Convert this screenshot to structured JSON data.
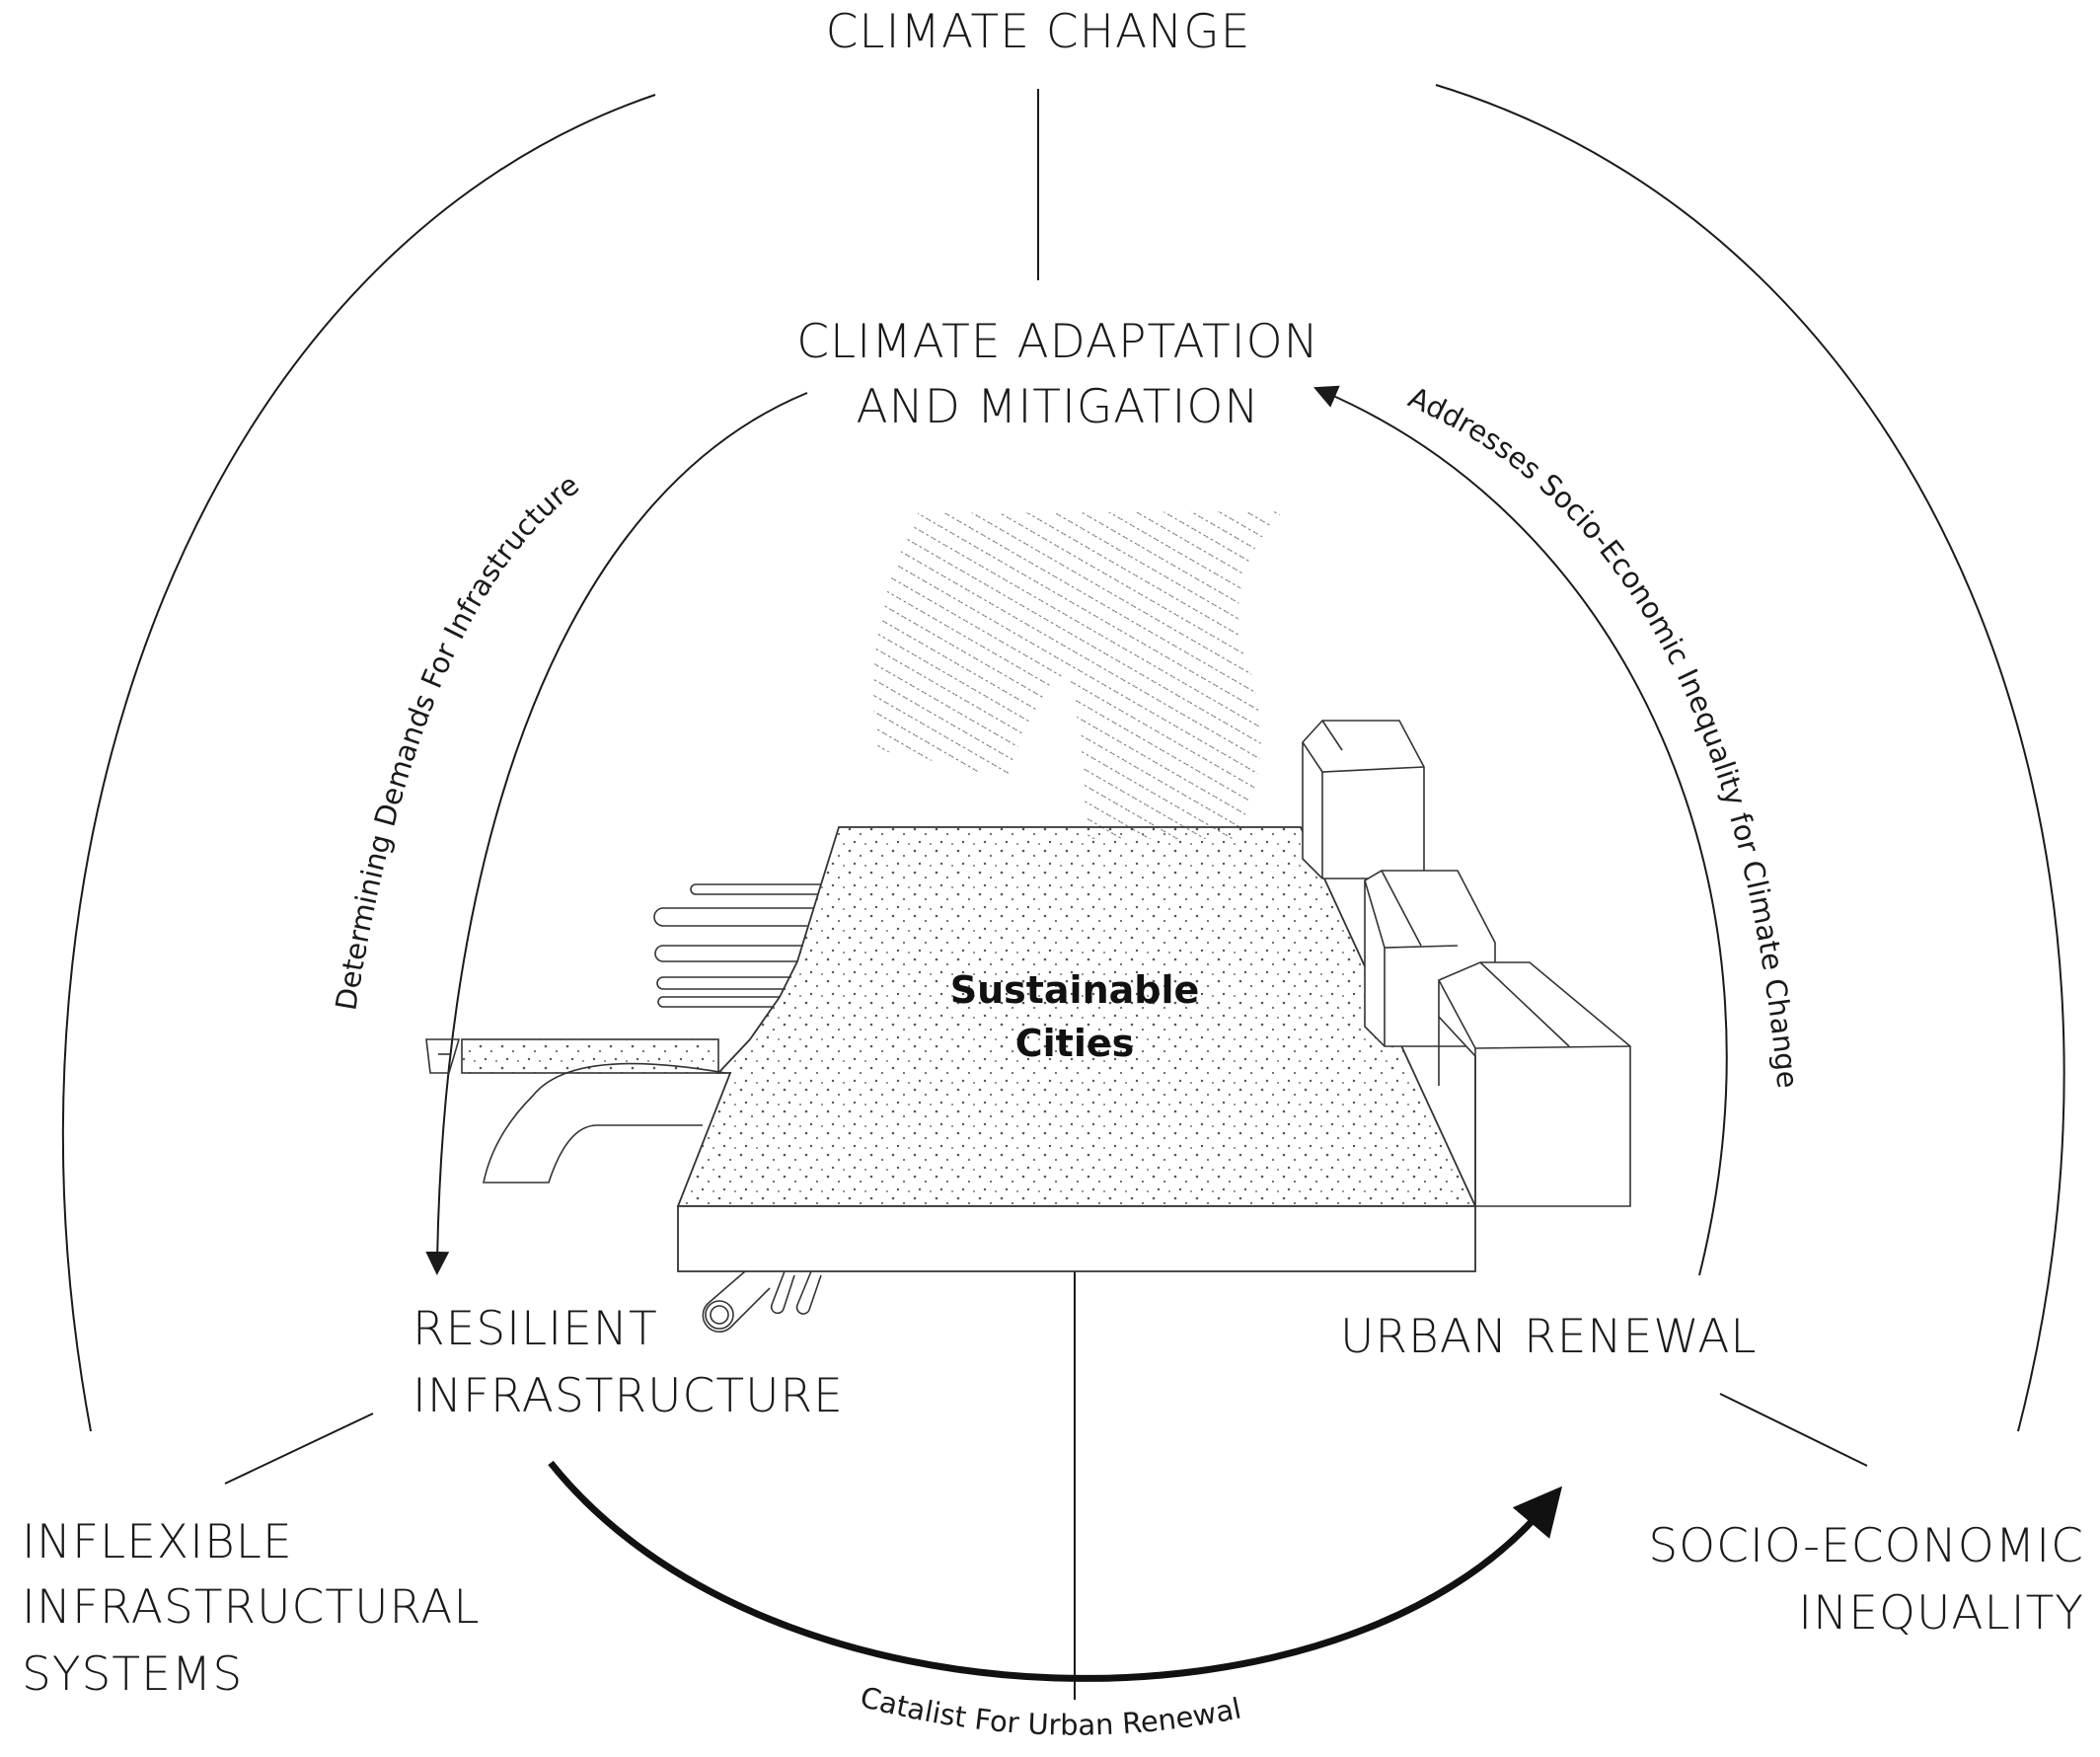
{
  "labels": {
    "climate_change": "CLIMATE CHANGE",
    "climate_adaptation_line1": "CLIMATE ADAPTATION",
    "climate_adaptation_line2": "AND MITIGATION",
    "resilient_line1": "RESILIENT",
    "resilient_line2": "INFRASTRUCTURE",
    "urban_renewal": "URBAN RENEWAL",
    "inflexible_line1": "INFLEXIBLE",
    "inflexible_line2": "INFRASTRUCTURAL",
    "inflexible_line3": "SYSTEMS",
    "socio_line1": "SOCIO-ECONOMIC",
    "socio_line2": "INEQUALITY"
  },
  "arrow_labels": {
    "determining": "Determining Demands For Infrastructure",
    "addresses": "Addresses Socio-Economic Inequality for Climate Change",
    "catalist": "Catalist For Urban Renewal"
  },
  "center": {
    "line1": "Sustainable",
    "line2": "Cities"
  },
  "colors": {
    "line": "#1a1a1a",
    "background": "#ffffff"
  }
}
